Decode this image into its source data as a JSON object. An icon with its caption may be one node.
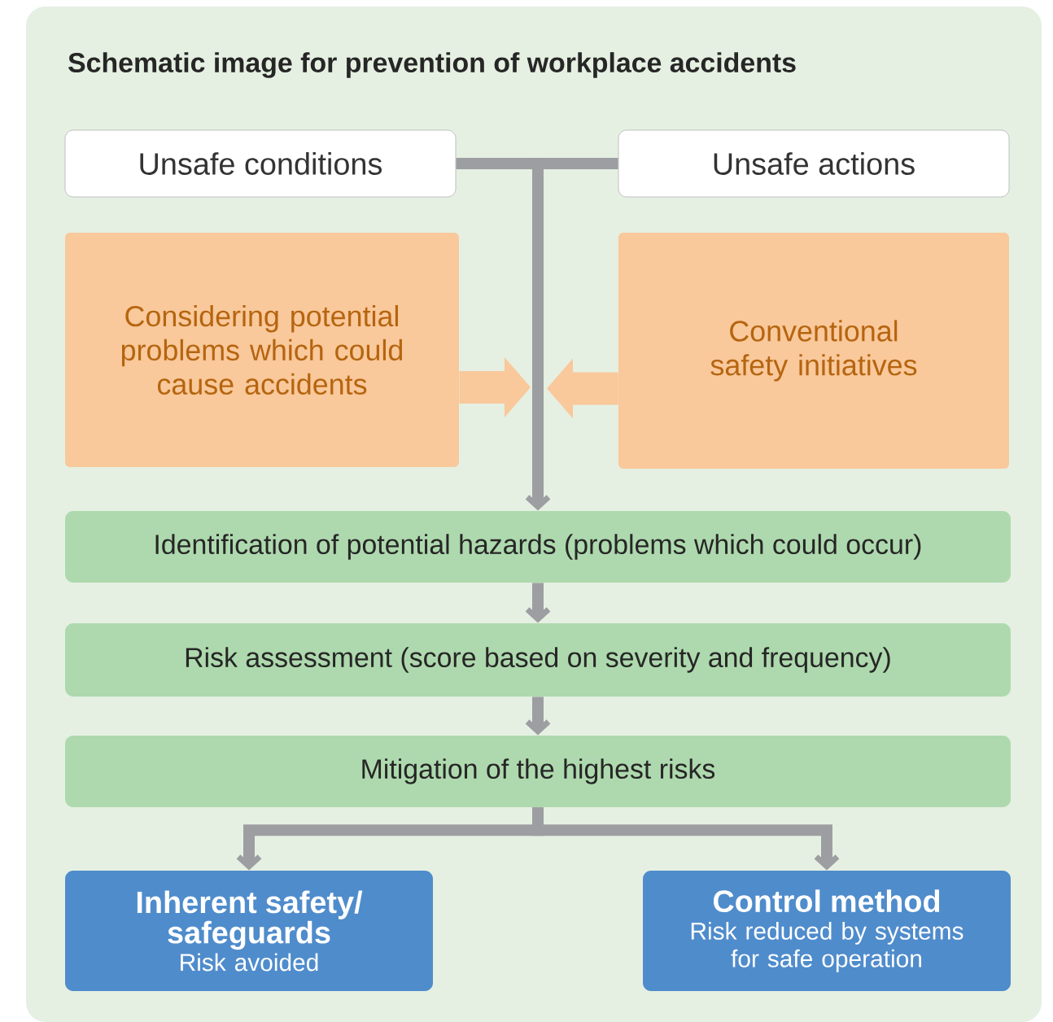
{
  "diagram": {
    "title": "Schematic image for prevention of workplace accidents",
    "nodes": [
      {
        "text": [
          "Unsafe conditions"
        ]
      },
      {
        "text": [
          "Unsafe actions"
        ]
      },
      {
        "text": [
          "Considering potential problems which could cause accidents"
        ]
      },
      {
        "text": [
          "Conventional safety initiatives"
        ]
      },
      {
        "text": [
          "Identification of potential hazards (problems which could occur)"
        ]
      },
      {
        "text": [
          "Risk assessment (score based on severity and frequency)"
        ]
      },
      {
        "text": [
          "Mitigation of the highest risks"
        ]
      },
      {
        "text": [
          "Inherent safety/ safeguards",
          "Risk avoided"
        ]
      },
      {
        "text": [
          "Control method",
          "Risk reduced by systems for safe operation"
        ]
      }
    ],
    "edges": [
      {
        "from": 0,
        "to": 4,
        "arrow": "to"
      },
      {
        "from": 1,
        "to": 4,
        "arrow": "to"
      },
      {
        "from": 2,
        "to": null,
        "arrow": "to",
        "style": "thick",
        "color": "#f9c89b"
      },
      {
        "from": 3,
        "to": null,
        "arrow": "to",
        "style": "thick",
        "color": "#f9c89b"
      },
      {
        "from": 4,
        "to": 5,
        "arrow": "to"
      },
      {
        "from": 5,
        "to": 6,
        "arrow": "to"
      },
      {
        "from": 6,
        "to": 7,
        "arrow": "to"
      },
      {
        "from": 6,
        "to": 8,
        "arrow": "to"
      }
    ]
  }
}
